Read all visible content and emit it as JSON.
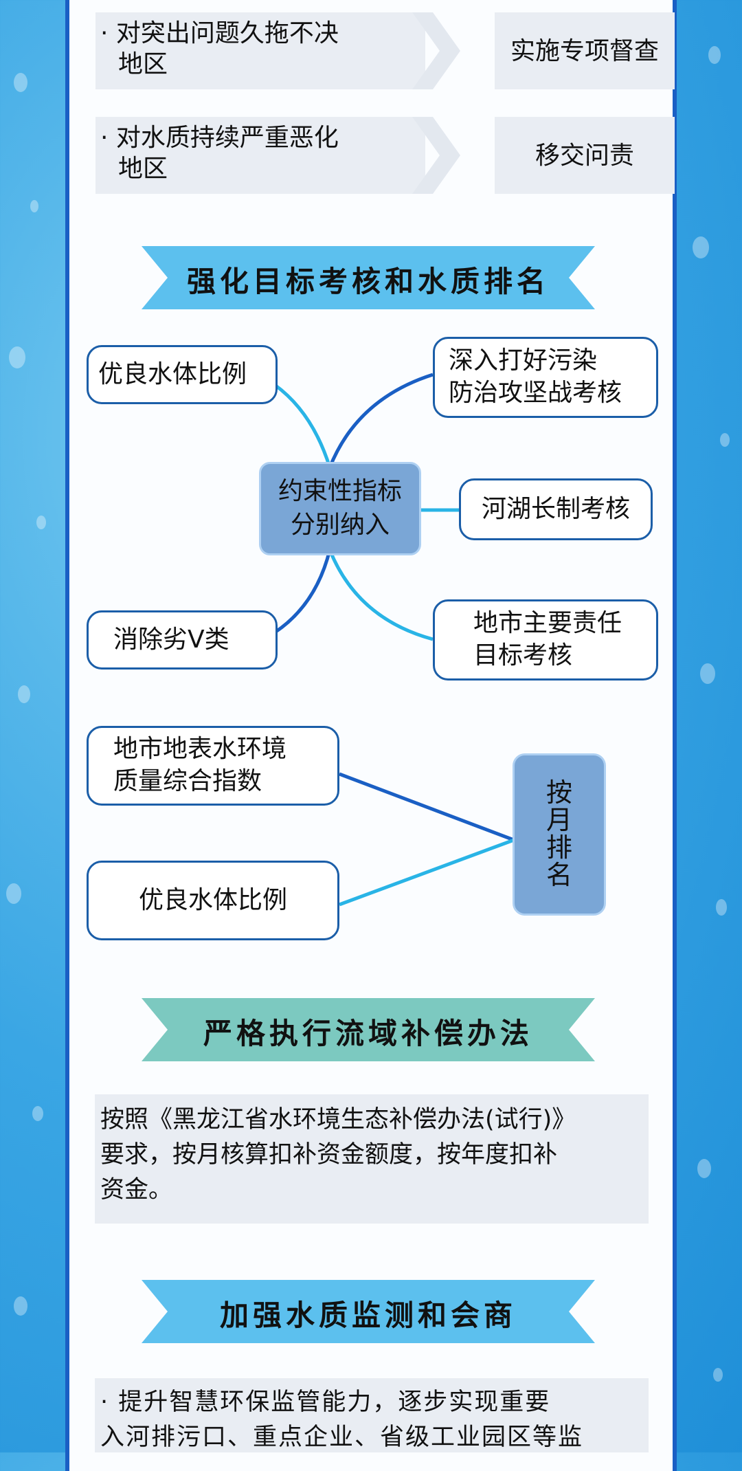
{
  "section1": {
    "rows": [
      {
        "left_line1": "· 对突出问题久拖不决",
        "left_line2": "地区",
        "right": "实施专项督查"
      },
      {
        "left_line1": "· 对水质持续严重恶化",
        "left_line2": "地区",
        "right": "移交问责"
      }
    ]
  },
  "section2": {
    "title": "强化目标考核和水质排名",
    "center": {
      "line1": "约束性指标",
      "line2": "分别纳入"
    },
    "left_top": "优良水体比例",
    "left_bottom": "消除劣V类",
    "right_top": {
      "line1": "深入打好污染",
      "line2": "防治攻坚战考核"
    },
    "right_mid": "河湖长制考核",
    "right_bottom": {
      "line1": "地市主要责任",
      "line2": "目标考核"
    },
    "rank": {
      "box_top": {
        "line1": "地市地表水环境",
        "line2": "质量综合指数"
      },
      "box_bottom": "优良水体比例",
      "node_chars": [
        "按",
        "月",
        "排",
        "名"
      ]
    }
  },
  "section3": {
    "title": "严格执行流域补偿办法",
    "lines": [
      "按照《黑龙江省水环境生态补偿办法(试行)》",
      "要求，按月核算扣补资金额度，按年度扣补",
      "资金。"
    ]
  },
  "section4": {
    "title": "加强水质监测和会商",
    "lines": [
      "· 提升智慧环保监管能力，逐步实现重要",
      "入河排污口、重点企业、省级工业园区等监"
    ]
  },
  "colors": {
    "panel_border": "#1a5fc4",
    "banner_blue": "#5cc0ee",
    "banner_teal": "#7cc9c0",
    "node_fill": "#7aa6d6",
    "box_border": "#1b5ea8",
    "line_dark": "#1a5fc4",
    "line_light": "#29b4e6"
  }
}
